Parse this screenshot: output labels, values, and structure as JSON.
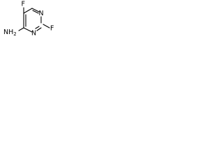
{
  "molecule": {
    "atoms": {
      "f_top": "F",
      "n_right_upper": "N",
      "n_right_lower": "N",
      "f_right": "F",
      "nh2": "NH",
      "nh2_subscript": "2"
    }
  },
  "colors": {
    "bond": "#000000",
    "label": "#000000",
    "background": "#ffffff"
  }
}
